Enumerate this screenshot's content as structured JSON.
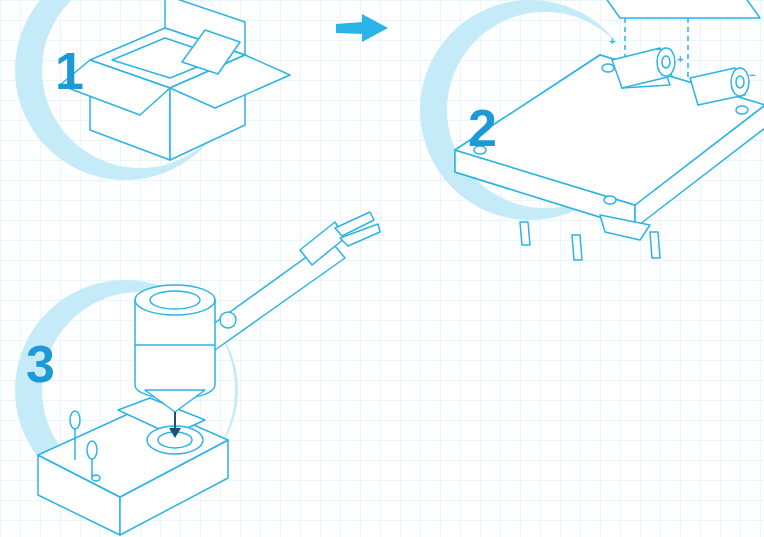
{
  "diagram": {
    "labels": [
      "1",
      "2",
      "3",
      "+",
      "−",
      "+",
      "−"
    ]
  }
}
